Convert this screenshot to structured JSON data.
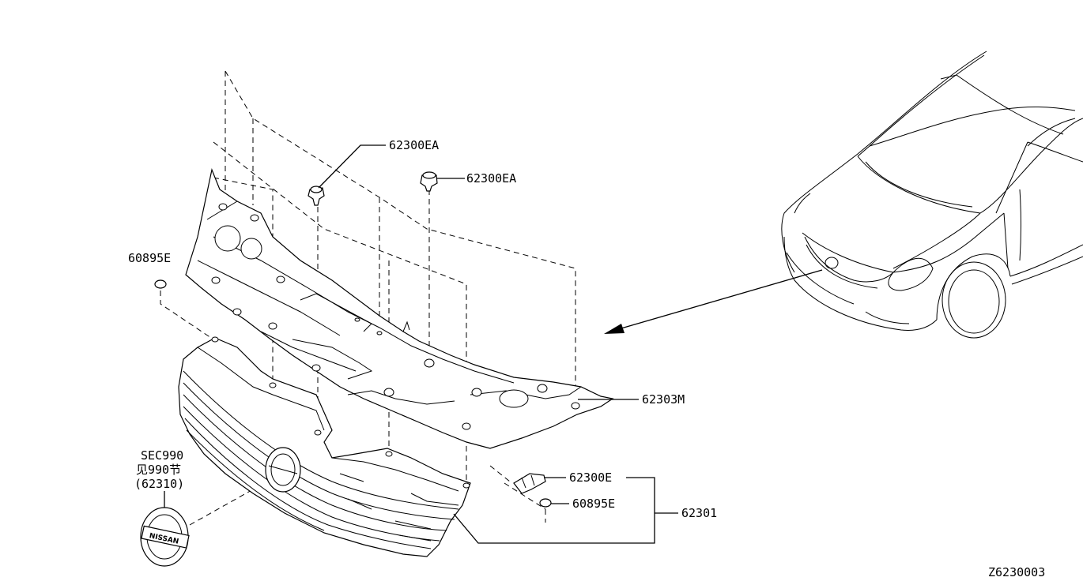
{
  "diagram": {
    "callouts": {
      "clip_top_left": "62300EA",
      "clip_top_right": "62300EA",
      "plug_left": "60895E",
      "upper_panel": "62303M",
      "clip_lower": "62300E",
      "plug_lower": "60895E",
      "grille_assembly": "62301"
    },
    "emblem_ref": {
      "line1": "SEC990",
      "line2": "见990节",
      "line3": "(62310)"
    },
    "emblem_text": "NISSAN",
    "figure_id": "Z6230003"
  }
}
